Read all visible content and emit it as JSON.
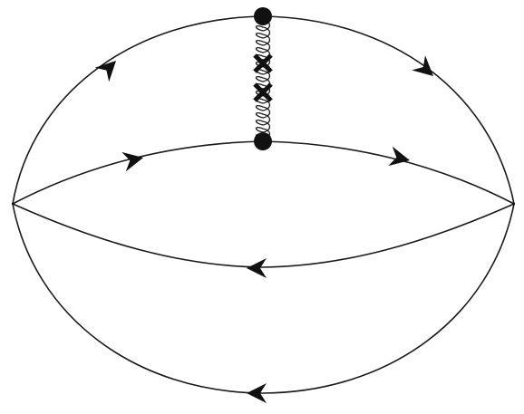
{
  "diagram": {
    "type": "feynman-diagram",
    "colors": {
      "stroke": "#1a1a1a",
      "fill": "#111111",
      "background": "#ffffff"
    },
    "vertices": [
      "left-vertex",
      "right-vertex",
      "gluon-vertex-top",
      "gluon-vertex-bottom"
    ],
    "propagators": [
      {
        "name": "outer-top-propagator",
        "arrow_direction": "left-to-right"
      },
      {
        "name": "inner-top-propagator",
        "arrow_direction": "left-to-right"
      },
      {
        "name": "inner-bottom-propagator",
        "arrow_direction": "right-to-left"
      },
      {
        "name": "outer-bottom-propagator",
        "arrow_direction": "right-to-left"
      }
    ],
    "gluon": {
      "name": "gluon-line",
      "insertions": [
        "cross-insertion",
        "cross-insertion"
      ]
    }
  }
}
